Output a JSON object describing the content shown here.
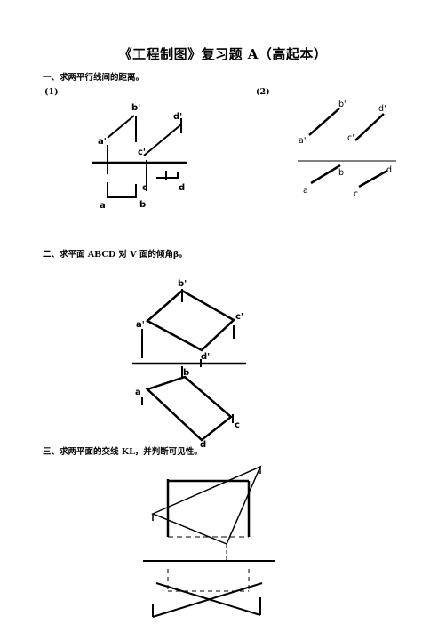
{
  "title": "《工程制图》复习题 A（高起本）",
  "questions": [
    {
      "text": "一、求两平行线间的距离。"
    },
    {
      "text": "二、求平面 ABCD 对 V 面的倾角β。"
    },
    {
      "text": "三、求两平面的交线 KL，并判断可见性。"
    }
  ],
  "q1": {
    "sub1": "(1)",
    "sub2": "(2)",
    "fig1_labels": {
      "b_prime": "b'",
      "d_prime": "d'",
      "a_prime": "a'",
      "c_prime": "c'",
      "c": "c",
      "d": "d",
      "a": "a",
      "b": "b"
    },
    "fig2_labels": {
      "b_prime": "b'",
      "d_prime": "d'",
      "a_prime": "a'",
      "c_prime": "c'",
      "b": "b",
      "d": "d",
      "a": "a",
      "c": "c"
    }
  },
  "q2": {
    "labels": {
      "b_prime": "b'",
      "a_prime": "a'",
      "c_prime": "c'",
      "d_prime": "d'",
      "b": "b",
      "a": "a",
      "c": "c",
      "d": "d"
    }
  }
}
